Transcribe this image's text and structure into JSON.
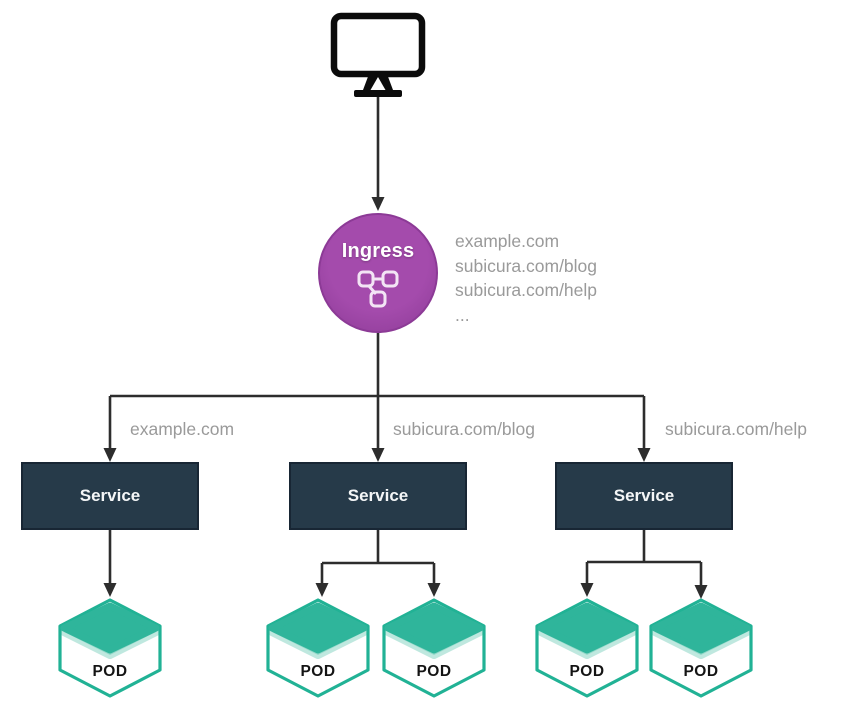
{
  "colors": {
    "ingress_purple": "#a44bac",
    "ingress_purple_dark": "#8c3a96",
    "service_navy": "#263a49",
    "service_border": "#182634",
    "pod_teal": "#21b295",
    "pod_diamond": "#2fb59b",
    "line": "#2d2d2d",
    "muted_text": "#9a9a9a"
  },
  "client": {
    "icon": "monitor"
  },
  "ingress": {
    "label": "Ingress",
    "routes": [
      "example.com",
      "subicura.com/blog",
      "subicura.com/help",
      "..."
    ]
  },
  "branches": [
    {
      "rule": "example.com",
      "service_label": "Service",
      "pods": [
        {
          "label": "POD"
        }
      ]
    },
    {
      "rule": "subicura.com/blog",
      "service_label": "Service",
      "pods": [
        {
          "label": "POD"
        },
        {
          "label": "POD"
        }
      ]
    },
    {
      "rule": "subicura.com/help",
      "service_label": "Service",
      "pods": [
        {
          "label": "POD"
        },
        {
          "label": "POD"
        }
      ]
    }
  ]
}
